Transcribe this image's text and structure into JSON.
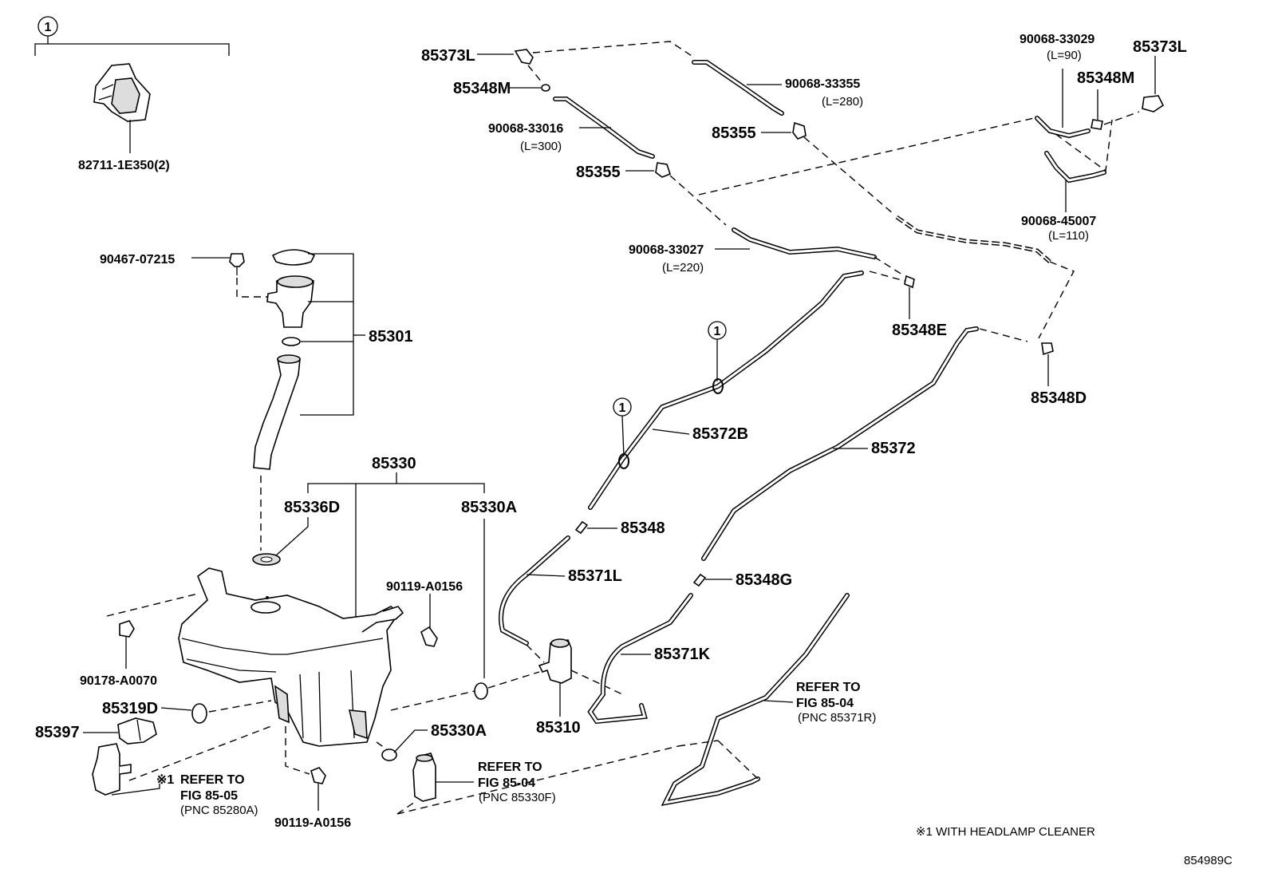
{
  "callouts": {
    "c_82711": "82711-1E350(2)",
    "c_90467": "90467-07215",
    "c_85301": "85301",
    "c_85330": "85330",
    "c_85336D": "85336D",
    "c_85330A_top": "85330A",
    "c_90119_upper": "90119-A0156",
    "c_90178": "90178-A0070",
    "c_85319D": "85319D",
    "c_85397": "85397",
    "c_85330A_low": "85330A",
    "c_90119_lower": "90119-A0156",
    "c_85310": "85310",
    "c_85373L_left": "85373L",
    "c_85348M_left": "85348M",
    "c_33016": "90068-33016",
    "c_33016_len": "(L=300)",
    "c_85355_left": "85355",
    "c_33355": "90068-33355",
    "c_33355_len": "(L=280)",
    "c_85355_mid": "85355",
    "c_33027": "90068-33027",
    "c_33027_len": "(L=220)",
    "c_85348E": "85348E",
    "c_85372B": "85372B",
    "c_85348": "85348",
    "c_85371L": "85371L",
    "c_85372": "85372",
    "c_85348G": "85348G",
    "c_85371K": "85371K",
    "c_33029": "90068-33029",
    "c_33029_len": "(L=90)",
    "c_85373L_right": "85373L",
    "c_85348M_right": "85348M",
    "c_45007": "90068-45007",
    "c_45007_len": "(L=110)",
    "c_85348D": "85348D"
  },
  "group_marker": "1",
  "notes": {
    "refer_1_a": "※1",
    "refer_1_b": "REFER TO",
    "refer_1_c": "FIG 85-05",
    "refer_1_d": "(PNC 85280A)",
    "refer_2_a": "REFER TO",
    "refer_2_b": "FIG 85-04",
    "refer_2_c": "(PNC 85330F)",
    "refer_3_a": "REFER TO",
    "refer_3_b": "FIG 85-04",
    "refer_3_c": "(PNC 85371R)",
    "footnote": "※1 WITH HEADLAMP CLEANER",
    "figure_id": "854989C"
  }
}
